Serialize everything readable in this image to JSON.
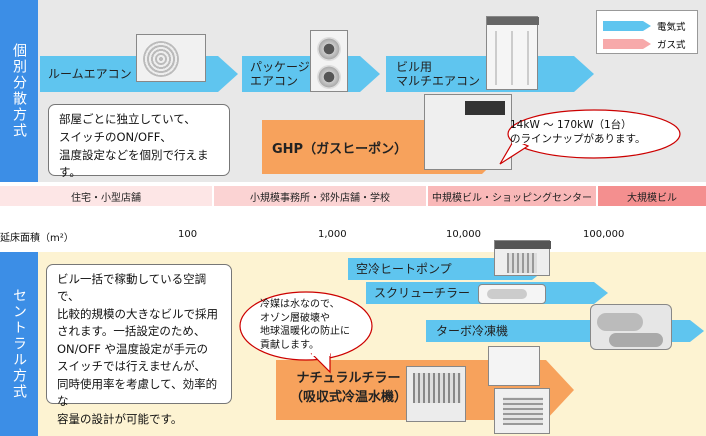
{
  "colors": {
    "electric": "#5fc5ef",
    "gas": "#f7a9aa",
    "ghp": "#f7a25c",
    "natural": "#f7a25c",
    "side": "#3c8ee6"
  },
  "legend": {
    "electric": "電気式",
    "gas": "ガス式"
  },
  "sections": {
    "individual": "個別分散方式",
    "central": "セントラル方式"
  },
  "individual": {
    "arrows": [
      {
        "label": "ルームエアコン"
      },
      {
        "label": "パッケージ\nエアコン"
      },
      {
        "label": "ビル用\nマルチエアコン"
      }
    ],
    "ghp": "GHP（ガスヒーポン）",
    "note_lines": [
      "部屋ごとに独立していて、",
      "スイッチのON/OFF、",
      "温度設定などを個別で行えます。"
    ],
    "bubble_lines": [
      "14kW ～ 170kW（1台）",
      "のラインナップがあります。"
    ]
  },
  "categories": [
    "住宅・小型店舗",
    "小規模事務所・郊外店舗・学校",
    "中規模ビル・ショッピングセンター",
    "大規模ビル"
  ],
  "axis": {
    "label": "延床面積（m²）",
    "ticks": [
      "100",
      "1,000",
      "10,000",
      "100,000"
    ]
  },
  "central": {
    "arrows": [
      {
        "label": "空冷ヒートポンプ"
      },
      {
        "label": "スクリューチラー"
      },
      {
        "label": "ターボ冷凍機"
      }
    ],
    "natural_lines": [
      "ナチュラルチラー",
      "（吸収式冷温水機）"
    ],
    "note_lines": [
      "ビル一括で稼動している空調で、",
      "比較的規模の大きなビルで採用",
      "されます。一括設定のため、",
      "ON/OFF や温度設定が手元の",
      "スイッチでは行えませんが、",
      "同時使用率を考慮して、効率的な",
      "容量の設計が可能です。"
    ],
    "bubble_lines": [
      "冷媒は水なので、",
      "オゾン層破壊や",
      "地球温暖化の防止に",
      "貢献します。"
    ]
  }
}
